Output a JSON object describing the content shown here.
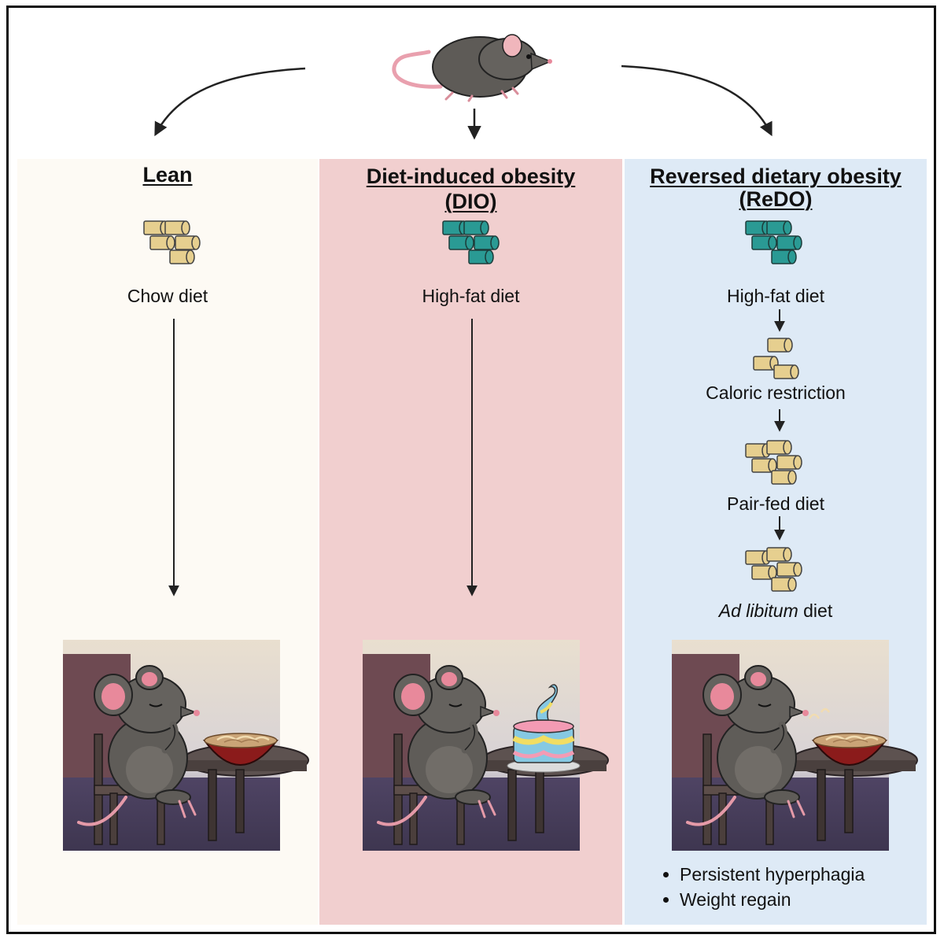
{
  "panels": {
    "lean": {
      "title": "Lean",
      "diet": "Chow diet",
      "pellet_color": "#e6cf8f"
    },
    "dio": {
      "title_line1": "Diet-induced obesity",
      "title_line2": "(DIO)",
      "diet": "High-fat diet",
      "pellet_color": "#2a9a94"
    },
    "redo": {
      "title_line1": "Reversed dietary obesity",
      "title_line2": "(ReDO)",
      "diet1": "High-fat diet",
      "diet2": "Caloric restriction",
      "diet3": "Pair-fed diet",
      "diet4_italic": "Ad libitum",
      "diet4_rest": " diet",
      "outcomes": [
        "Persistent hyperphagia",
        "Weight regain"
      ]
    }
  },
  "colors": {
    "lean_bg": "#fdfaf4",
    "dio_bg": "#f1cfcf",
    "redo_bg": "#deeaf6",
    "chow": "#e6cf8f",
    "high_fat": "#2a9a94"
  }
}
